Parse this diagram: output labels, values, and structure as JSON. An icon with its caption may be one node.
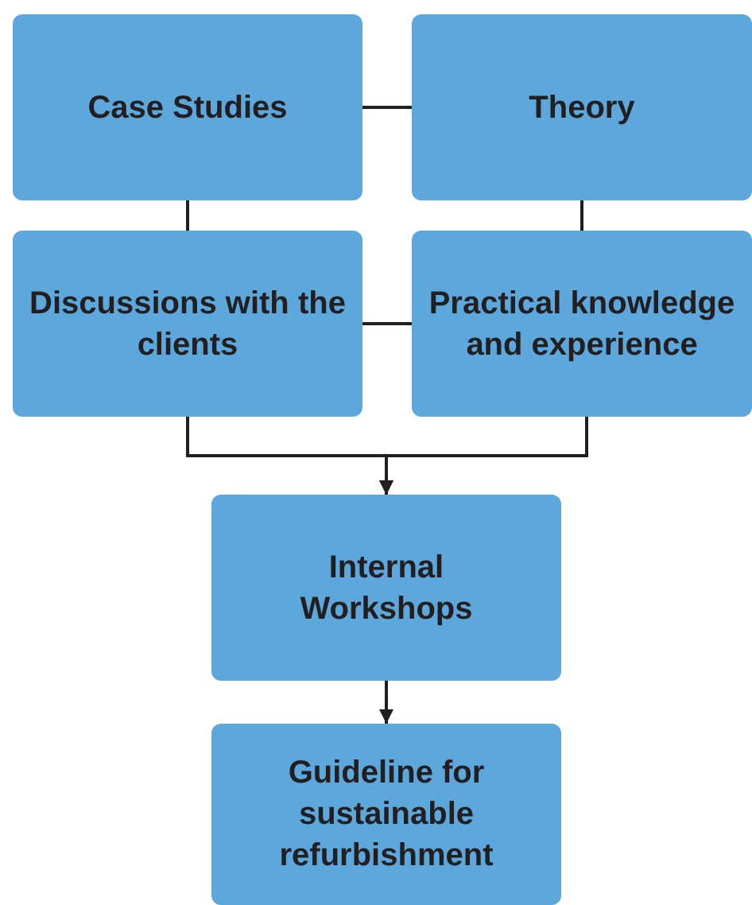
{
  "diagram": {
    "nodes": [
      {
        "text": [
          "Case Studies"
        ]
      },
      {
        "text": [
          "Theory"
        ]
      },
      {
        "text": [
          "Discussions with the clients"
        ]
      },
      {
        "text": [
          "Practical knowledge and experience"
        ]
      },
      {
        "text": [
          "Internal Workshops"
        ]
      },
      {
        "text": [
          "Guideline for sustainable refurbishment"
        ]
      }
    ],
    "edges": [
      {
        "from": 0,
        "to": 1,
        "arrow": "none"
      },
      {
        "from": 0,
        "to": 2,
        "arrow": "none"
      },
      {
        "from": 1,
        "to": 3,
        "arrow": "none"
      },
      {
        "from": 2,
        "to": 3,
        "arrow": "none"
      },
      {
        "from": 2,
        "to": 4,
        "arrow": "to"
      },
      {
        "from": 3,
        "to": 4,
        "arrow": "to"
      },
      {
        "from": 4,
        "to": 5,
        "arrow": "to"
      }
    ]
  }
}
